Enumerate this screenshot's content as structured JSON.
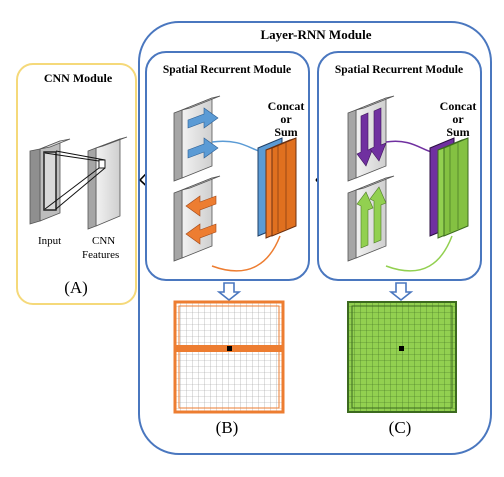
{
  "cnn_module": {
    "title": "CNN Module",
    "input_label": "Input",
    "features_label_line1": "CNN",
    "features_label_line2": "Features",
    "panel_label": "(A)"
  },
  "layer_rnn_module": {
    "title": "Layer-RNN Module",
    "left": {
      "title": "Spatial Recurrent Module",
      "concat_line1": "Concat",
      "concat_line2": "or",
      "concat_line3": "Sum",
      "panel_label": "(B)"
    },
    "right": {
      "title": "Spatial Recurrent Module",
      "concat_line1": "Concat",
      "concat_line2": "or",
      "concat_line3": "Sum",
      "panel_label": "(C)"
    }
  },
  "colors": {
    "cnn_border": "#f5d97a",
    "module_border": "#4a77bf",
    "blue_arrow": "#5b9bd5",
    "orange": "#ed7d31",
    "purple": "#7030a0",
    "green": "#92d050",
    "map_blue": "#5b9bd5"
  }
}
